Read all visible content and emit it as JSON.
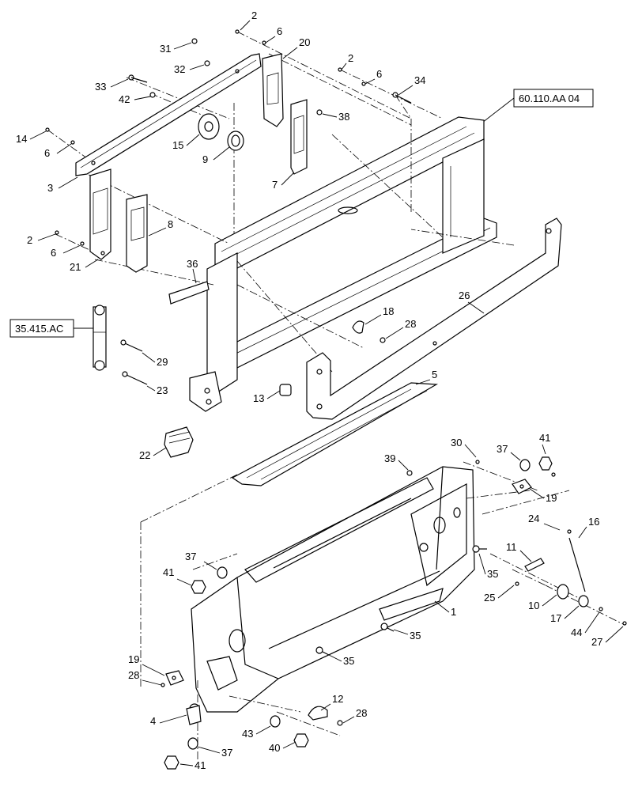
{
  "callouts": {
    "c1": "1",
    "c2a": "2",
    "c2b": "2",
    "c2c": "2",
    "c3": "3",
    "c4": "4",
    "c5": "5",
    "c6a": "6",
    "c6b": "6",
    "c6c": "6",
    "c6d": "6",
    "c7": "7",
    "c8": "8",
    "c9": "9",
    "c10": "10",
    "c11": "11",
    "c12": "12",
    "c13": "13",
    "c14": "14",
    "c15": "15",
    "c16": "16",
    "c17": "17",
    "c18": "18",
    "c19a": "19",
    "c19b": "19",
    "c20": "20",
    "c21": "21",
    "c22": "22",
    "c23": "23",
    "c24": "24",
    "c25": "25",
    "c26": "26",
    "c27": "27",
    "c28a": "28",
    "c28b": "28",
    "c28c": "28",
    "c29": "29",
    "c30": "30",
    "c31": "31",
    "c32": "32",
    "c33": "33",
    "c34": "34",
    "c35a": "35",
    "c35b": "35",
    "c35c": "35",
    "c36": "36",
    "c37a": "37",
    "c37b": "37",
    "c37c": "37",
    "c38": "38",
    "c39": "39",
    "c40": "40",
    "c41a": "41",
    "c41b": "41",
    "c41c": "41",
    "c42": "42",
    "c43": "43",
    "c44": "44"
  },
  "references": {
    "ref_top": "60.110.AA 04",
    "ref_left": "35.415.AC"
  }
}
